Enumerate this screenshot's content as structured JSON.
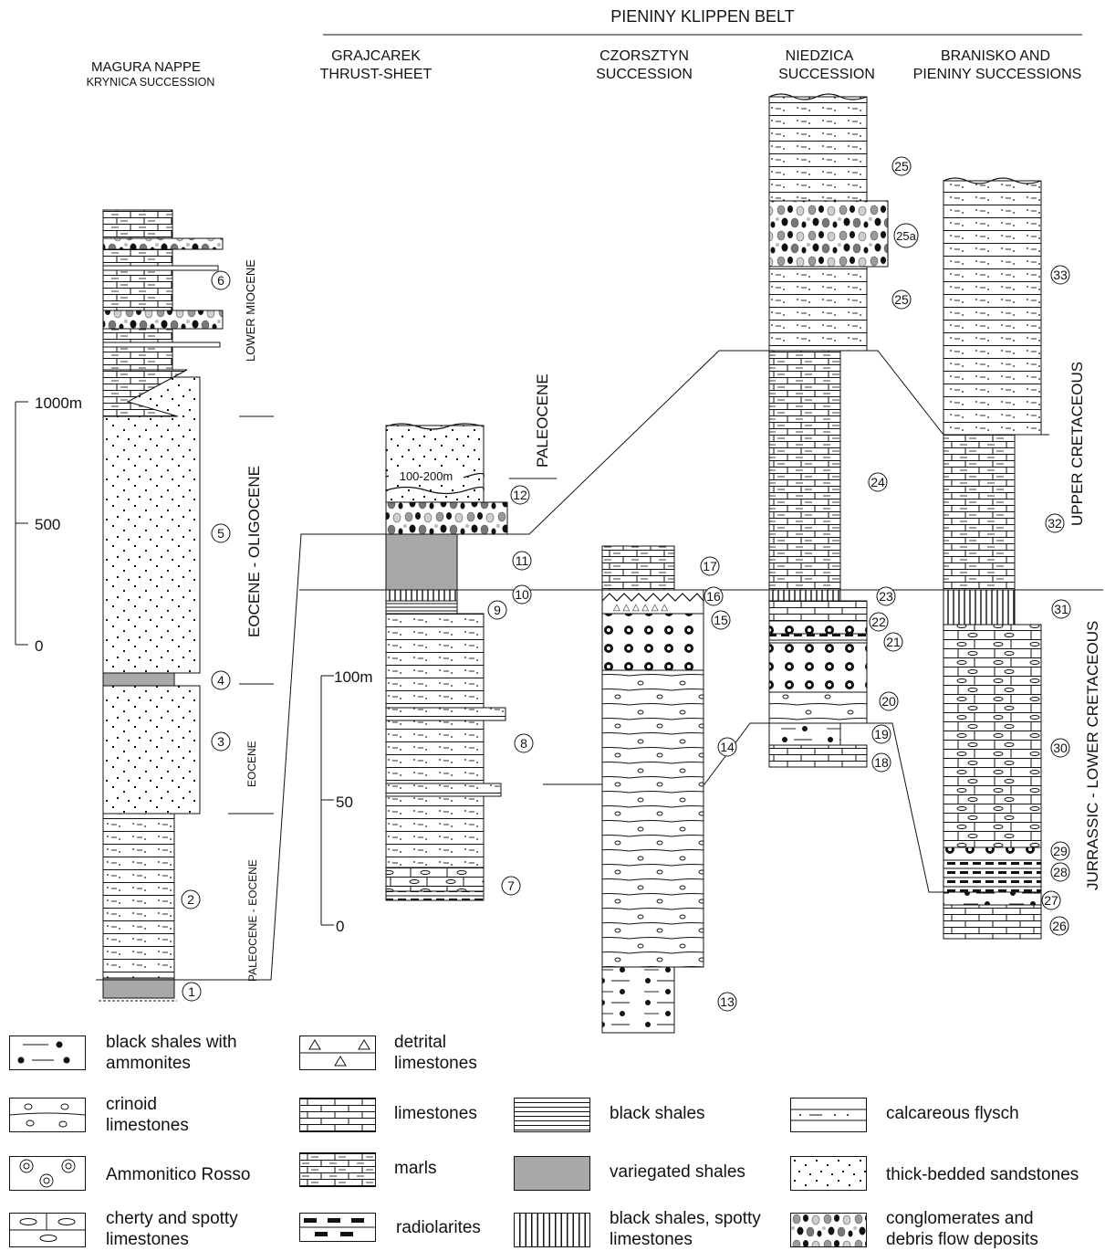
{
  "header": {
    "belt": "PIENINY KLIPPEN BELT",
    "magura_title": "MAGURA NAPPE",
    "magura_subtitle": "KRYNICA SUCCESSION",
    "grajcarek_1": "GRAJCAREK",
    "grajcarek_2": "THRUST-SHEET",
    "czorsztyn_1": "CZORSZTYN",
    "czorsztyn_2": "SUCCESSION",
    "niedzica_1": "NIEDZICA",
    "niedzica_2": "SUCCESSION",
    "branisko_1": "BRANISKO AND",
    "branisko_2": "PIENINY SUCCESSIONS"
  },
  "ages": {
    "lower_miocene": "LOWER MIOCENE",
    "eocene_oligocene": "EOCENE - OLIGOCENE",
    "eocene": "EOCENE",
    "paleocene_eocene": "PALEOCENE - EOCENE",
    "paleocene": "PALEOCENE",
    "upper_cretaceous": "UPPER CRETACEOUS",
    "jurassic_lower_cretaceous": "JURRASSIC - LOWER CRETACEOUS"
  },
  "scales": {
    "big": [
      "1000m",
      "500",
      "0"
    ],
    "small": [
      "100m",
      "50",
      "0"
    ],
    "thickness_note": "100-200m"
  },
  "units": [
    "1",
    "2",
    "3",
    "4",
    "5",
    "6",
    "7",
    "8",
    "9",
    "10",
    "11",
    "12",
    "13",
    "14",
    "15",
    "16",
    "17",
    "18",
    "19",
    "20",
    "21",
    "22",
    "23",
    "24",
    "25",
    "25a",
    "25",
    "26",
    "27",
    "28",
    "29",
    "30",
    "31",
    "32",
    "33"
  ],
  "legend": [
    {
      "key": "black-shales-ammonites",
      "label": "black shales with ammonites"
    },
    {
      "key": "crinoid-limestones",
      "label": "crinoid limestones"
    },
    {
      "key": "ammonitico-rosso",
      "label": "Ammonitico Rosso"
    },
    {
      "key": "cherty-spotty-limestones",
      "label": "cherty and spotty limestones"
    },
    {
      "key": "detrital-limestones",
      "label": "detrital limestones"
    },
    {
      "key": "limestones",
      "label": "limestones"
    },
    {
      "key": "marls",
      "label": "marls"
    },
    {
      "key": "radiolarites",
      "label": "radiolarites"
    },
    {
      "key": "black-shales",
      "label": "black shales"
    },
    {
      "key": "variegated-shales",
      "label": "variegated shales"
    },
    {
      "key": "black-shales-spotty-limestones",
      "label": "black shales, spotty limestones"
    },
    {
      "key": "calcareous-flysch",
      "label": "calcareous flysch"
    },
    {
      "key": "thick-bedded-sandstones",
      "label": "thick-bedded sandstones"
    },
    {
      "key": "conglomerates",
      "label": "conglomerates and debris flow deposits"
    }
  ],
  "colors": {
    "ink": "#111111",
    "shale_grey": "#a8a8a8"
  }
}
